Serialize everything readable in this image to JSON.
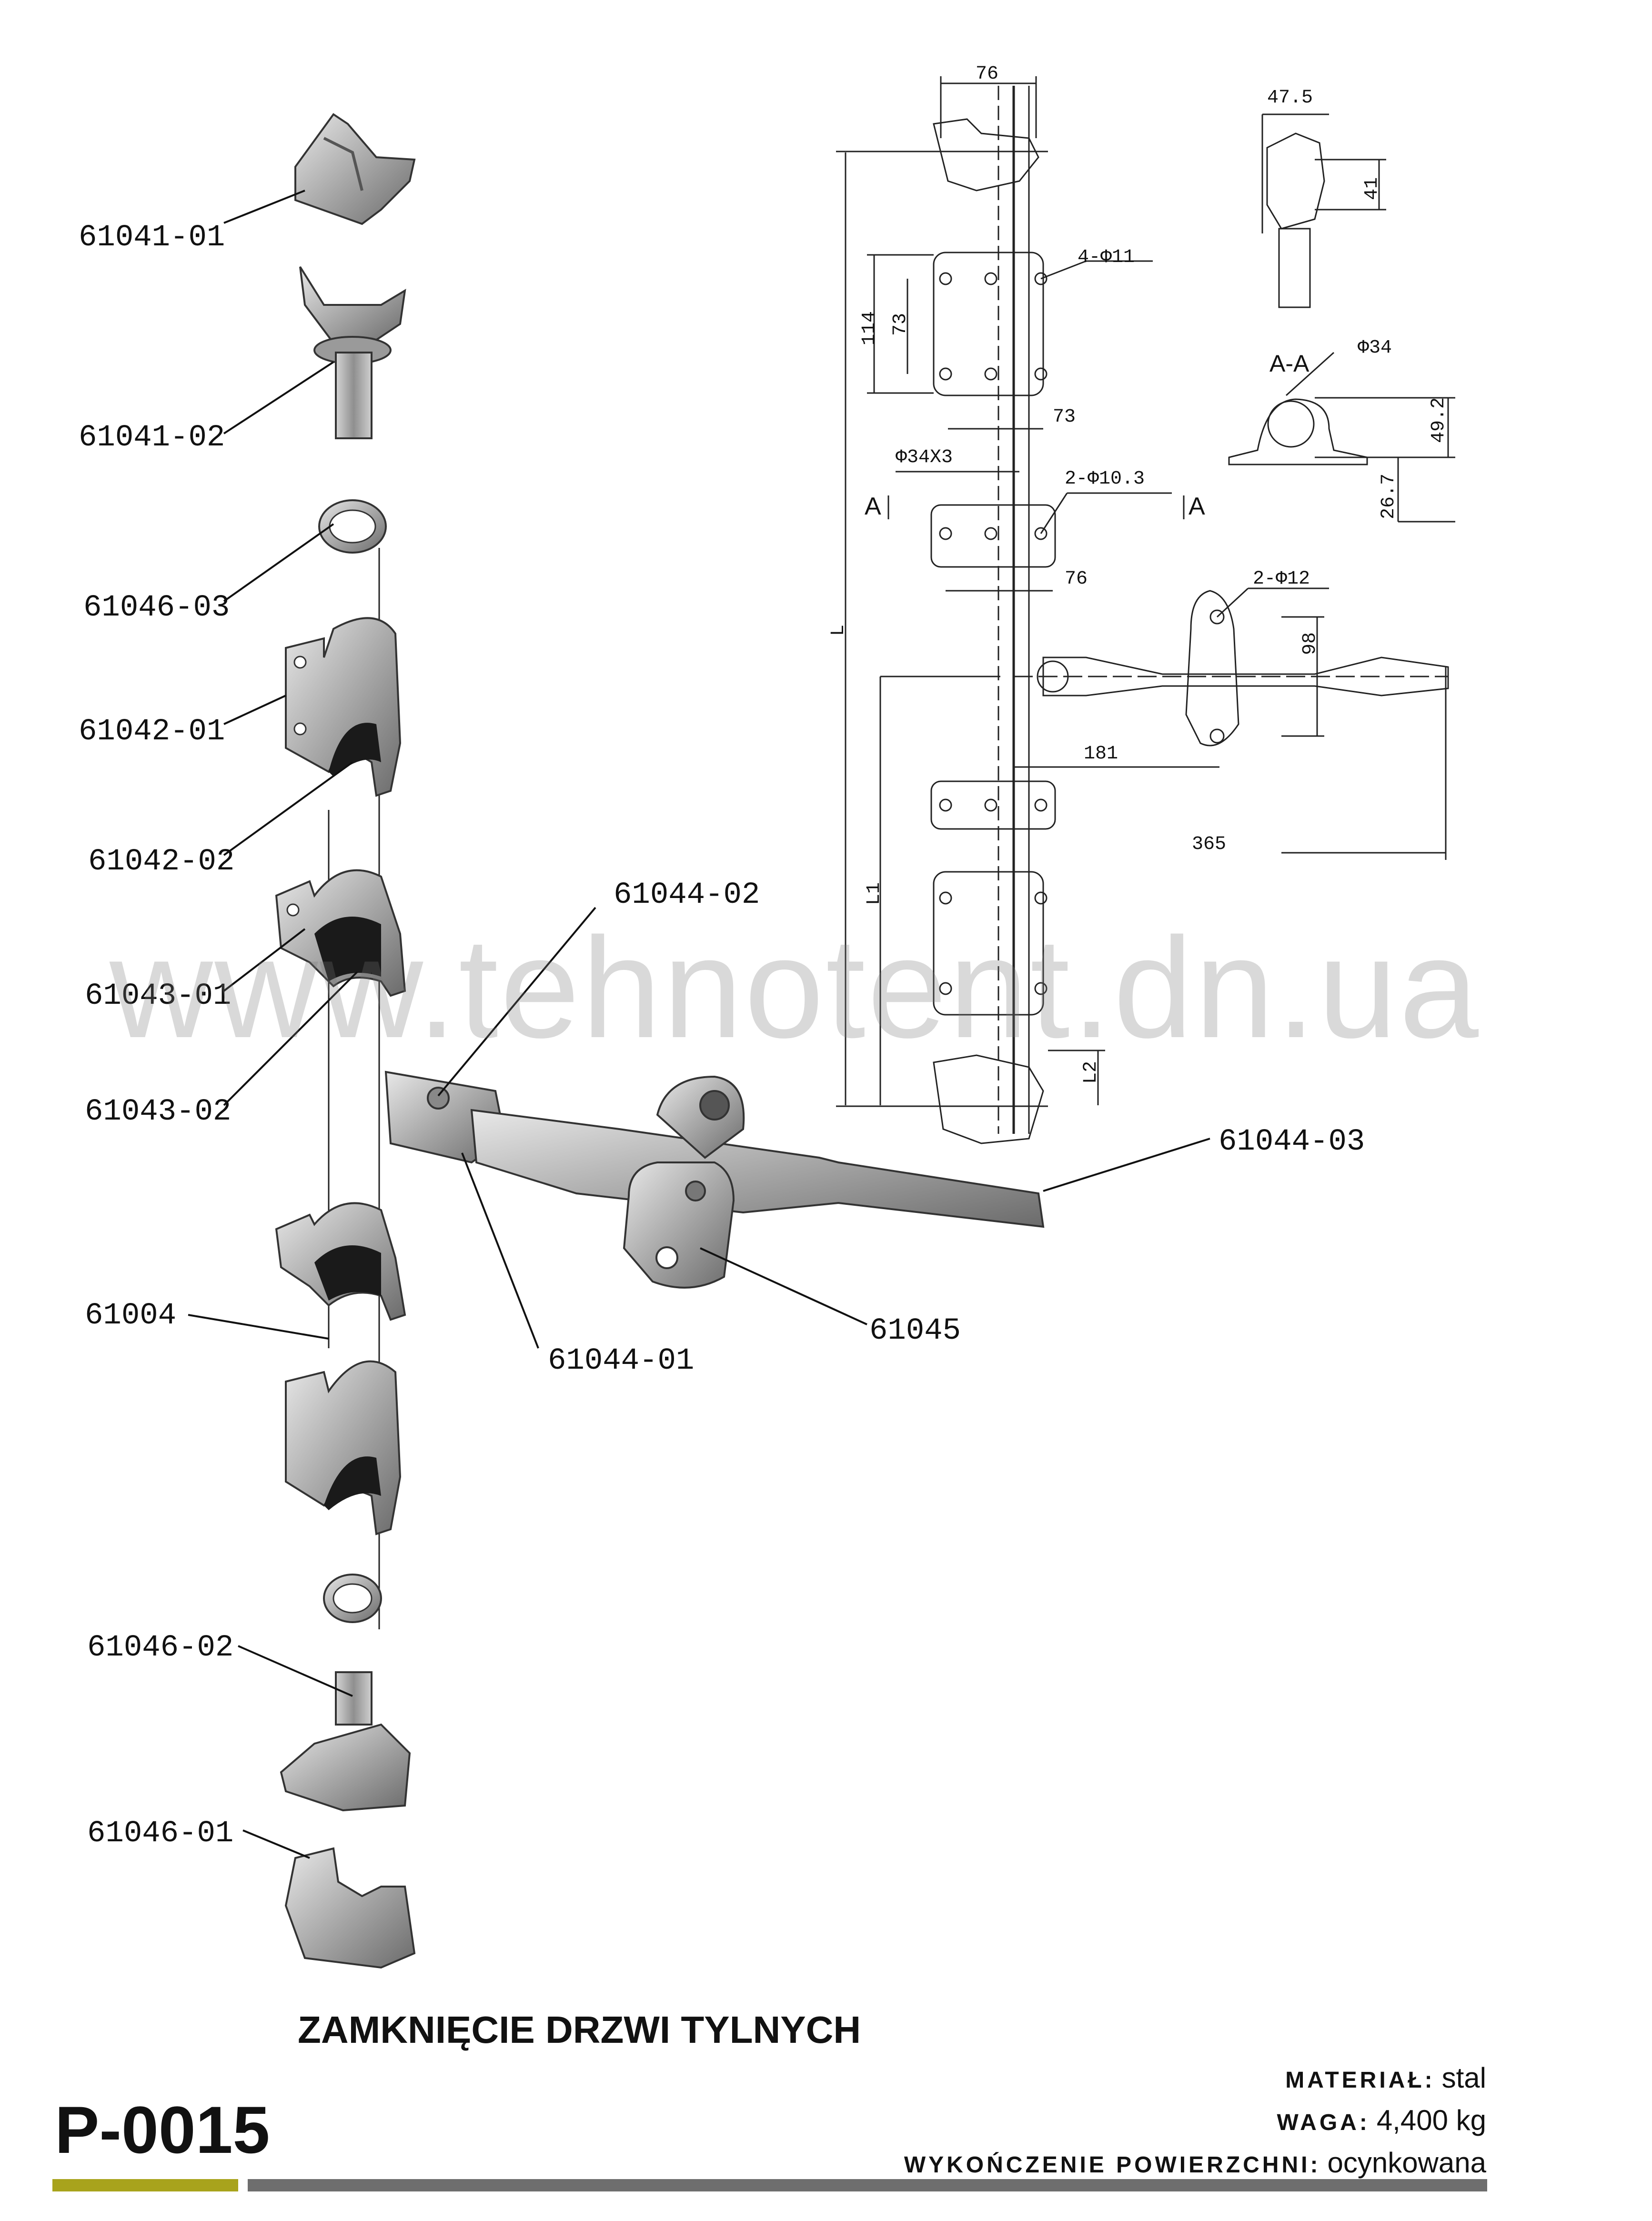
{
  "parts": {
    "p61041_01": "61041-01",
    "p61041_02": "61041-02",
    "p61046_03": "61046-03",
    "p61042_01": "61042-01",
    "p61042_02": "61042-02",
    "p61043_01": "61043-01",
    "p61043_02": "61043-02",
    "p61004": "61004",
    "p61046_02": "61046-02",
    "p61046_01": "61046-01",
    "p61044_02": "61044-02",
    "p61044_03": "61044-03",
    "p61044_01": "61044-01",
    "p61045": "61045"
  },
  "dims": {
    "d76_top": "76",
    "d47_5": "47.5",
    "d41": "41",
    "d4_phi11": "4-Φ11",
    "d114": "114",
    "d73_v": "73",
    "d73_h": "73",
    "d_phi34": "Φ34",
    "section": "A-A",
    "d49_2": "49.2",
    "d26_7": "26.7",
    "d_phi34x3": "Φ34X3",
    "d2_phi10_3": "2-Φ10.3",
    "a_left": "A",
    "a_right": "A",
    "d76_mid": "76",
    "d2_phi12": "2-Φ12",
    "d98": "98",
    "d181": "181",
    "d365": "365",
    "dL": "L",
    "dL1": "L1",
    "dL2": "L2"
  },
  "watermark": "www.tehnotent.dn.ua",
  "title": "ZAMKNIĘCIE DRZWI TYLNYCH",
  "code": "P-0015",
  "specs": {
    "material_label": "MATERIAŁ:",
    "material_value": "stal",
    "weight_label": "WAGA:",
    "weight_value": "4,400 kg",
    "finish_label": "WYKOŃCZENIE POWIERZCHNI:",
    "finish_value": "ocynkowana"
  },
  "colors": {
    "accent": "#a8a31c",
    "bar_grey": "#6e6e6e",
    "metal": "#b9b9b9",
    "shadow": "#1a1a1a"
  }
}
